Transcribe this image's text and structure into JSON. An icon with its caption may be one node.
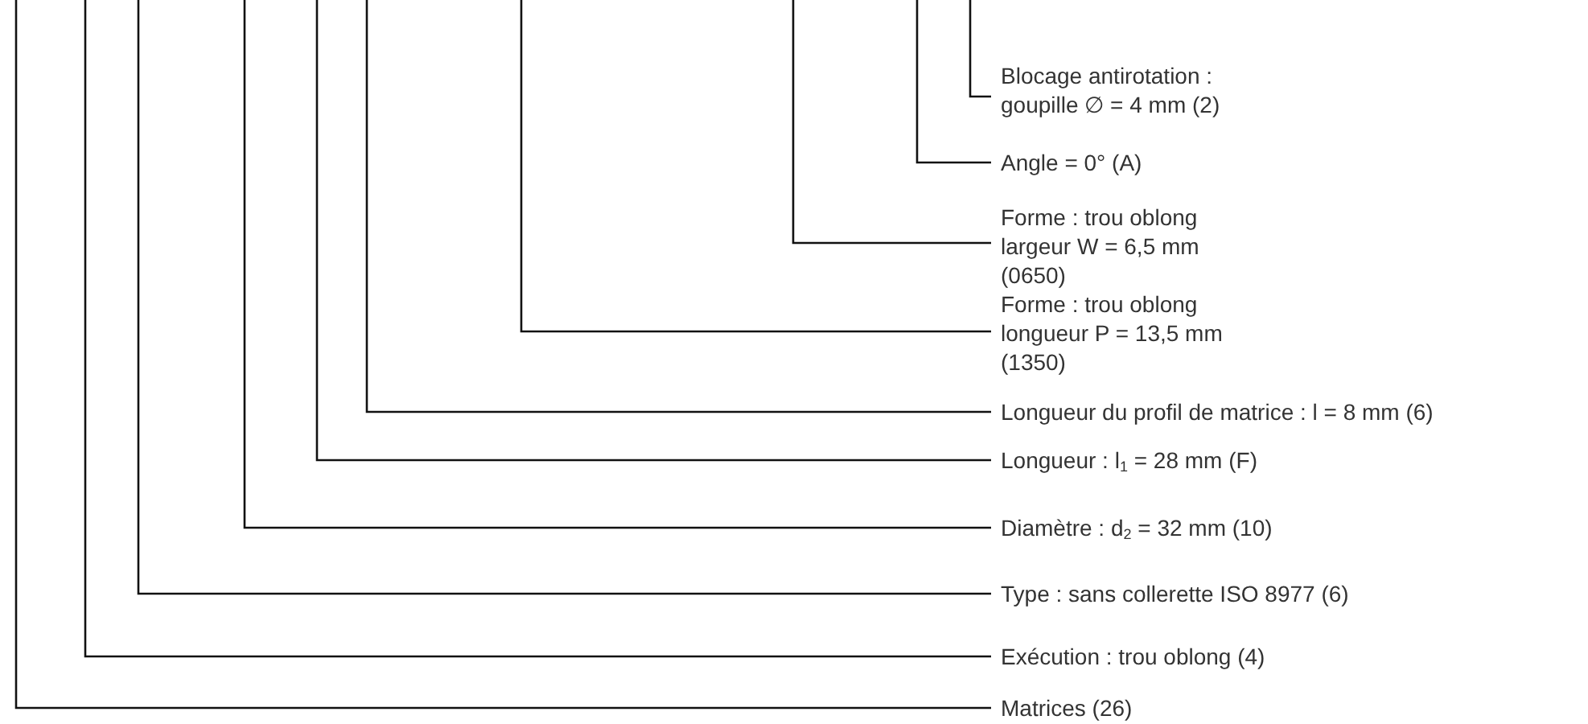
{
  "diagram": {
    "nodes": [
      {
        "text": [
          "Blocage antirotation : goupille ∅ = 4 mm (2)"
        ]
      },
      {
        "text": [
          "Angle = 0° (A)"
        ]
      },
      {
        "text": [
          "Forme : trou oblong largeur W = 6,5 mm (0650)"
        ]
      },
      {
        "text": [
          "Forme : trou oblong longueur P = 13,5 mm (1350)"
        ]
      },
      {
        "text": [
          "Longueur du profil de matrice : l = 8 mm (6)"
        ]
      },
      {
        "text": [
          "Longueur : l$_{1}$ = 28 mm (F)"
        ]
      },
      {
        "text": [
          "Diamètre : d$_{2}$ = 32 mm (10)"
        ]
      },
      {
        "text": [
          "Type : sans collerette ISO 8977 (6)"
        ]
      },
      {
        "text": [
          "Exécution : trou oblong (4)"
        ]
      },
      {
        "text": [
          "Matrices (26)"
        ]
      }
    ],
    "edges": [
      {
        "from": 0,
        "to": null,
        "arrow": "none"
      },
      {
        "from": 1,
        "to": null,
        "arrow": "none"
      },
      {
        "from": 2,
        "to": null,
        "arrow": "none"
      },
      {
        "from": 3,
        "to": null,
        "arrow": "none"
      },
      {
        "from": 4,
        "to": null,
        "arrow": "none"
      },
      {
        "from": 5,
        "to": null,
        "arrow": "none"
      },
      {
        "from": 6,
        "to": null,
        "arrow": "none"
      },
      {
        "from": 7,
        "to": null,
        "arrow": "none"
      },
      {
        "from": 8,
        "to": null,
        "arrow": "none"
      },
      {
        "from": 9,
        "to": null,
        "arrow": "none"
      }
    ]
  }
}
